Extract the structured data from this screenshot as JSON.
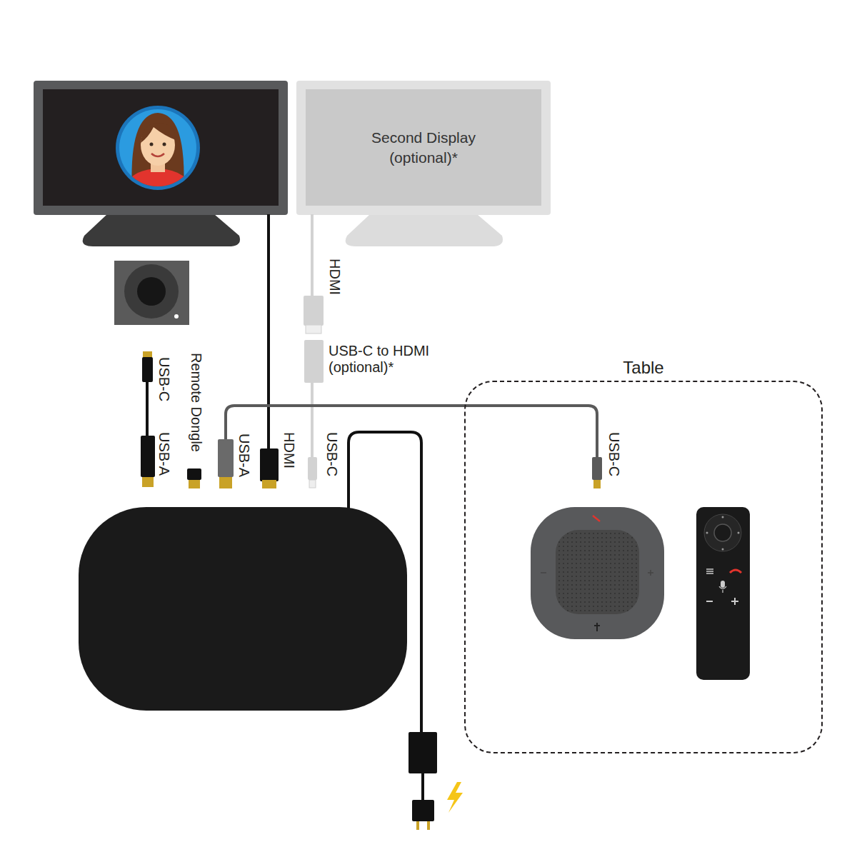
{
  "diagram": {
    "nodes": [
      {
        "text": [
          "Second Display (optional)*"
        ]
      },
      {
        "text": [
          "Table"
        ]
      }
    ],
    "labels": [
      "HDMI",
      "USB-C to HDMI (optional)*",
      "USB-C",
      "Remote Dongle",
      "USB-A",
      "USB-A",
      "HDMI",
      "USB-C",
      "USB-C"
    ]
  }
}
